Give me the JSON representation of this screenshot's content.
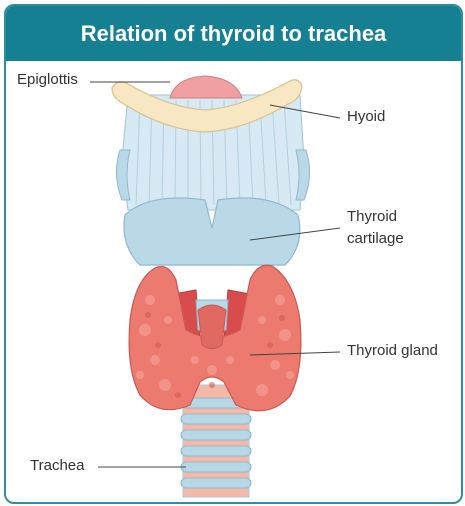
{
  "title": "Relation of thyroid to trachea",
  "labels": {
    "epiglottis": "Epiglottis",
    "hyoid": "Hyoid",
    "thyroid_cartilage_line1": "Thyroid",
    "thyroid_cartilage_line2": "cartilage",
    "thyroid_gland": "Thyroid gland",
    "trachea": "Trachea"
  },
  "colors": {
    "header": "#168093",
    "border": "#2e8ea0",
    "hyoid": "#f7e7c3",
    "membrane": "#d7e9f3",
    "cartilage": "#b9d9e8",
    "gland": "#ec7a6f",
    "gland_dark": "#d45a52",
    "epiglottis": "#f0a0a0",
    "trachea_ring": "#b7d6e6",
    "trachea_gap": "#f4b9a6"
  }
}
